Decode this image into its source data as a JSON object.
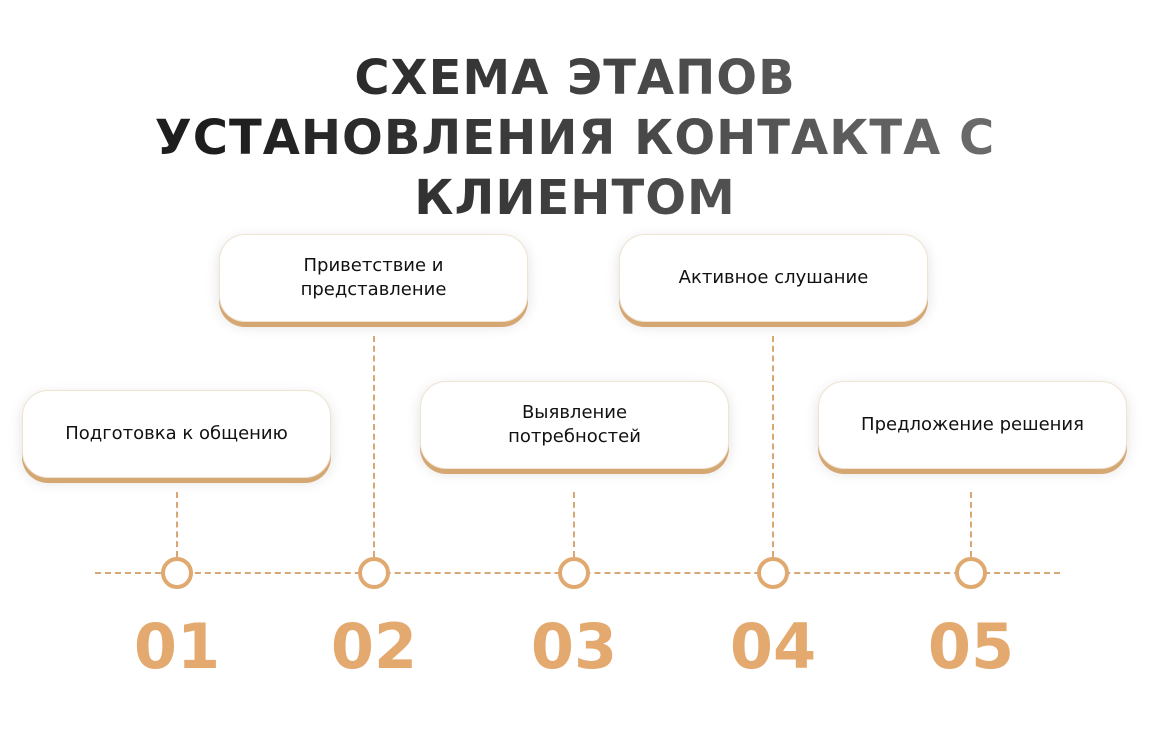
{
  "title": "СХЕМА ЭТАПОВ УСТАНОВЛЕНИЯ КОНТАКТА С КЛИЕНТОМ",
  "accent_color": "#e0a96f",
  "steps": [
    {
      "number": "01",
      "label": "Подготовка к общению"
    },
    {
      "number": "02",
      "label": "Приветствие и представление"
    },
    {
      "number": "03",
      "label": "Выявление потребностей"
    },
    {
      "number": "04",
      "label": "Активное слушание"
    },
    {
      "number": "05",
      "label": "Предложение решения"
    }
  ]
}
